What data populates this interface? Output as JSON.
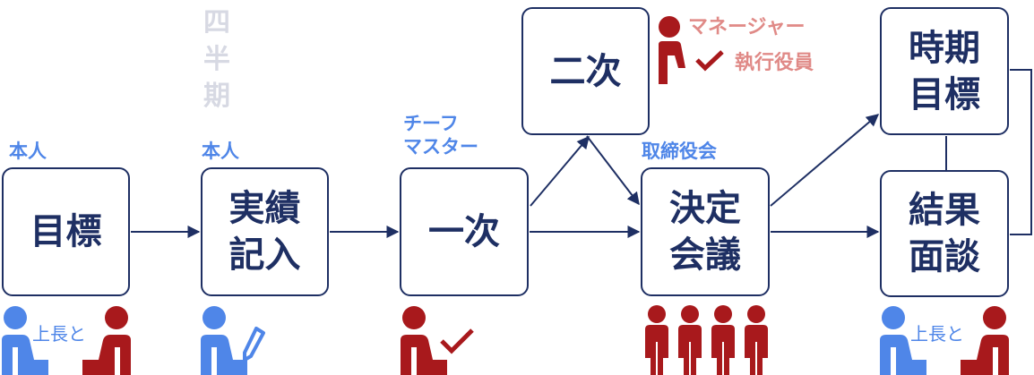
{
  "boxes": {
    "goal": "目標",
    "record": "実績\n記入",
    "first": "一次",
    "second": "二次",
    "decision": "決定\n会議",
    "period_goal": "時期\n目標",
    "result": "結果\n面談"
  },
  "roles": {
    "goal_role": "本人",
    "record_role": "本人",
    "first_role": "チーフ\nマスター",
    "decision_role": "取締役会"
  },
  "quarter_chars": [
    "四",
    "半",
    "期"
  ],
  "second_roles": {
    "manager": "マネージャー",
    "executive": "執行役員"
  },
  "with_boss": {
    "left": "上長と",
    "right": "上長と"
  },
  "colors": {
    "navy": "#1e2f63",
    "blue": "#4f86e8",
    "red": "#a8191c",
    "pink": "#e08a87",
    "gray": "#d7d9e3"
  },
  "icons": {
    "goal_icons": [
      "person-blue-icon",
      "person-red-icon"
    ],
    "record_icons": [
      "person-blue-icon",
      "pen-icon"
    ],
    "first_icons": [
      "person-red-icon",
      "check-icon"
    ],
    "decision_icons": [
      "group-red-icon"
    ],
    "second_icons": [
      "person-red-icon",
      "check-icon"
    ],
    "result_icons": [
      "person-blue-icon",
      "person-red-icon"
    ]
  }
}
